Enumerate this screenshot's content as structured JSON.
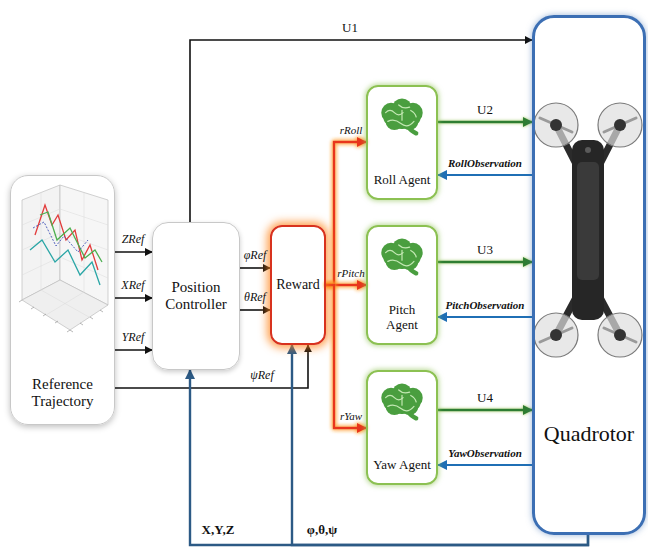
{
  "diagram": {
    "nodes": [
      {
        "text": [
          "Reference Trajectory"
        ]
      },
      {
        "text": [
          "Position Controller"
        ]
      },
      {
        "text": [
          "Reward"
        ]
      },
      {
        "text": [
          "Roll Agent"
        ]
      },
      {
        "text": [
          "Pitch Agent"
        ]
      },
      {
        "text": [
          "Yaw Agent"
        ]
      },
      {
        "text": [
          "Quadrotor"
        ]
      }
    ],
    "edges": [
      {
        "from": 0,
        "to": 1,
        "label": "ZRef",
        "arrow": "to"
      },
      {
        "from": 0,
        "to": 1,
        "label": "XRef",
        "arrow": "to"
      },
      {
        "from": 0,
        "to": 1,
        "label": "YRef",
        "arrow": "to"
      },
      {
        "from": 0,
        "to": 2,
        "label": "ψRef",
        "arrow": "to"
      },
      {
        "from": 1,
        "to": 2,
        "label": "φRef",
        "arrow": "to"
      },
      {
        "from": 1,
        "to": 2,
        "label": "θRef",
        "arrow": "to"
      },
      {
        "from": 1,
        "to": 6,
        "label": "U1",
        "arrow": "to"
      },
      {
        "from": 2,
        "to": 3,
        "label": "rRoll",
        "arrow": "to"
      },
      {
        "from": 2,
        "to": 4,
        "label": "rPitch",
        "arrow": "to"
      },
      {
        "from": 2,
        "to": 5,
        "label": "rYaw",
        "arrow": "to"
      },
      {
        "from": 3,
        "to": 6,
        "label": "U2",
        "arrow": "to"
      },
      {
        "from": 6,
        "to": 3,
        "label": "RollObservation",
        "arrow": "to"
      },
      {
        "from": 4,
        "to": 6,
        "label": "U3",
        "arrow": "to"
      },
      {
        "from": 6,
        "to": 4,
        "label": "PitchObservation",
        "arrow": "to"
      },
      {
        "from": 5,
        "to": 6,
        "label": "U4",
        "arrow": "to"
      },
      {
        "from": 6,
        "to": 5,
        "label": "YawObservation",
        "arrow": "to"
      },
      {
        "from": 6,
        "to": 1,
        "label": "X,Y,Z",
        "arrow": "to"
      },
      {
        "from": 6,
        "to": 2,
        "label": "φ,θ,ψ",
        "arrow": "to"
      }
    ]
  }
}
